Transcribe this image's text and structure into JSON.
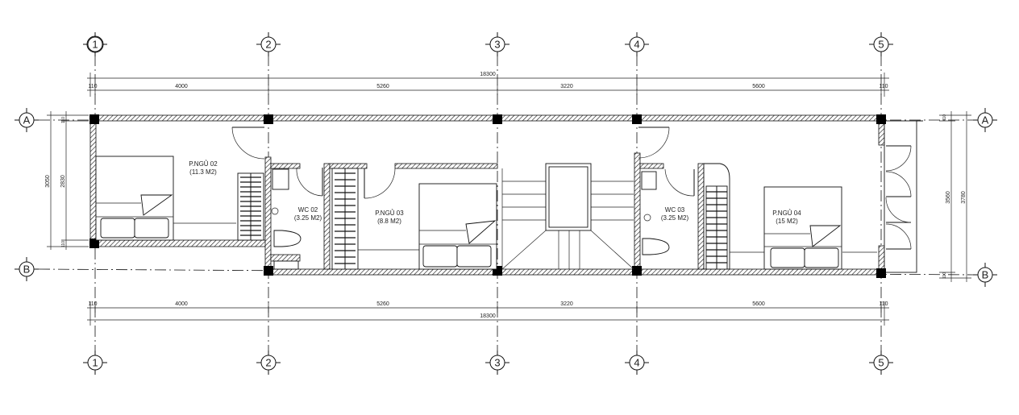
{
  "grid_axes": {
    "columns": [
      "1",
      "2",
      "3",
      "4",
      "5"
    ],
    "rows": [
      "A",
      "B"
    ]
  },
  "dimensions": {
    "total": "18300",
    "segments": [
      "110",
      "4000",
      "5260",
      "3220",
      "5600",
      "110"
    ],
    "left_vertical": {
      "outer": "3050",
      "inner": "2830",
      "wall_top": "110",
      "wall_bottom": "110"
    },
    "right_vertical": {
      "outer": "3780",
      "inner": "3560",
      "wall_top": "110",
      "wall_bottom": "110"
    }
  },
  "rooms": [
    {
      "name": "P.NGỦ 02",
      "area": "(11.3 M2)"
    },
    {
      "name": "WC 02",
      "area": "(3.25 M2)"
    },
    {
      "name": "P.NGỦ 03",
      "area": "(8.8 M2)"
    },
    {
      "name": "WC 03",
      "area": "(3.25 M2)"
    },
    {
      "name": "P.NGỦ 04",
      "area": "(15 M2)"
    }
  ],
  "colors": {
    "line": "#111111",
    "background": "#ffffff"
  }
}
